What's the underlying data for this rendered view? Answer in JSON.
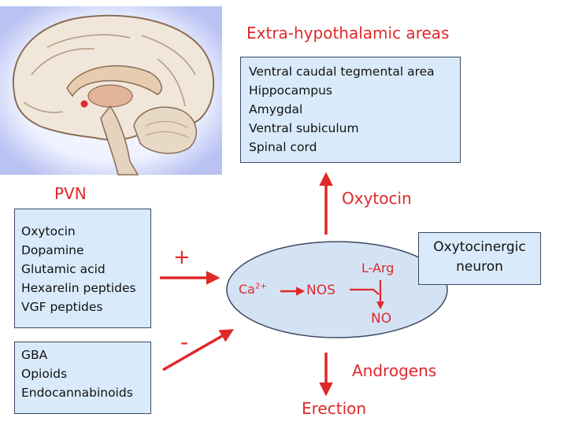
{
  "brain_image": {
    "icon": "brain-sagittal-illustration"
  },
  "extra_hypothalamic": {
    "title": "Extra-hypothalamic areas",
    "items": [
      "Ventral caudal tegmental area",
      "Hippocampus",
      "Amygdal",
      "Ventral subiculum",
      "Spinal cord"
    ]
  },
  "pvn": {
    "title": "PVN"
  },
  "stimulators": {
    "sign": "+",
    "items": [
      "Oxytocin",
      "Dopamine",
      "Glutamic acid",
      "Hexarelin peptides",
      "VGF peptides"
    ]
  },
  "inhibitors": {
    "sign": "-",
    "items": [
      "GBA",
      "Opioids",
      "Endocannabinoids"
    ]
  },
  "neuron": {
    "label_line1": "Oxytocinergic",
    "label_line2": "neuron",
    "ca": "Ca",
    "ca_sup": "2+",
    "nos": "NOS",
    "larg": "L-Arg",
    "no": "NO"
  },
  "outputs": {
    "oxytocin": "Oxytocin",
    "androgens": "Androgens",
    "erection": "Erection"
  },
  "colors": {
    "accent_red": "#e0282b",
    "box_fill": "#d9ebfa",
    "box_border": "#3c4a63",
    "ellipse_fill": "#d4e3f4"
  }
}
